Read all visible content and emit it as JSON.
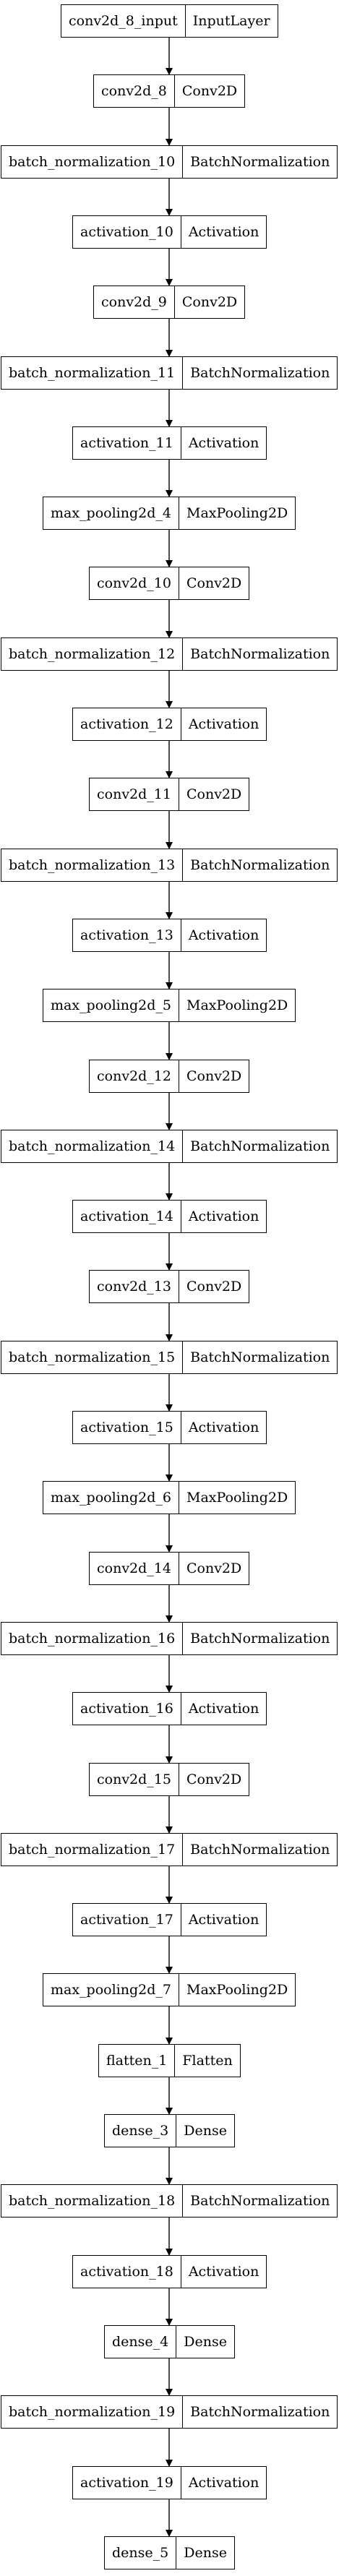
{
  "layers": [
    {
      "name": "conv2d_8_input",
      "type": "InputLayer"
    },
    {
      "name": "conv2d_8",
      "type": "Conv2D"
    },
    {
      "name": "batch_normalization_10",
      "type": "BatchNormalization"
    },
    {
      "name": "activation_10",
      "type": "Activation"
    },
    {
      "name": "conv2d_9",
      "type": "Conv2D"
    },
    {
      "name": "batch_normalization_11",
      "type": "BatchNormalization"
    },
    {
      "name": "activation_11",
      "type": "Activation"
    },
    {
      "name": "max_pooling2d_4",
      "type": "MaxPooling2D"
    },
    {
      "name": "conv2d_10",
      "type": "Conv2D"
    },
    {
      "name": "batch_normalization_12",
      "type": "BatchNormalization"
    },
    {
      "name": "activation_12",
      "type": "Activation"
    },
    {
      "name": "conv2d_11",
      "type": "Conv2D"
    },
    {
      "name": "batch_normalization_13",
      "type": "BatchNormalization"
    },
    {
      "name": "activation_13",
      "type": "Activation"
    },
    {
      "name": "max_pooling2d_5",
      "type": "MaxPooling2D"
    },
    {
      "name": "conv2d_12",
      "type": "Conv2D"
    },
    {
      "name": "batch_normalization_14",
      "type": "BatchNormalization"
    },
    {
      "name": "activation_14",
      "type": "Activation"
    },
    {
      "name": "conv2d_13",
      "type": "Conv2D"
    },
    {
      "name": "batch_normalization_15",
      "type": "BatchNormalization"
    },
    {
      "name": "activation_15",
      "type": "Activation"
    },
    {
      "name": "max_pooling2d_6",
      "type": "MaxPooling2D"
    },
    {
      "name": "conv2d_14",
      "type": "Conv2D"
    },
    {
      "name": "batch_normalization_16",
      "type": "BatchNormalization"
    },
    {
      "name": "activation_16",
      "type": "Activation"
    },
    {
      "name": "conv2d_15",
      "type": "Conv2D"
    },
    {
      "name": "batch_normalization_17",
      "type": "BatchNormalization"
    },
    {
      "name": "activation_17",
      "type": "Activation"
    },
    {
      "name": "max_pooling2d_7",
      "type": "MaxPooling2D"
    },
    {
      "name": "flatten_1",
      "type": "Flatten"
    },
    {
      "name": "dense_3",
      "type": "Dense"
    },
    {
      "name": "batch_normalization_18",
      "type": "BatchNormalization"
    },
    {
      "name": "activation_18",
      "type": "Activation"
    },
    {
      "name": "dense_4",
      "type": "Dense"
    },
    {
      "name": "batch_normalization_19",
      "type": "BatchNormalization"
    },
    {
      "name": "activation_19",
      "type": "Activation"
    },
    {
      "name": "dense_5",
      "type": "Dense"
    }
  ]
}
